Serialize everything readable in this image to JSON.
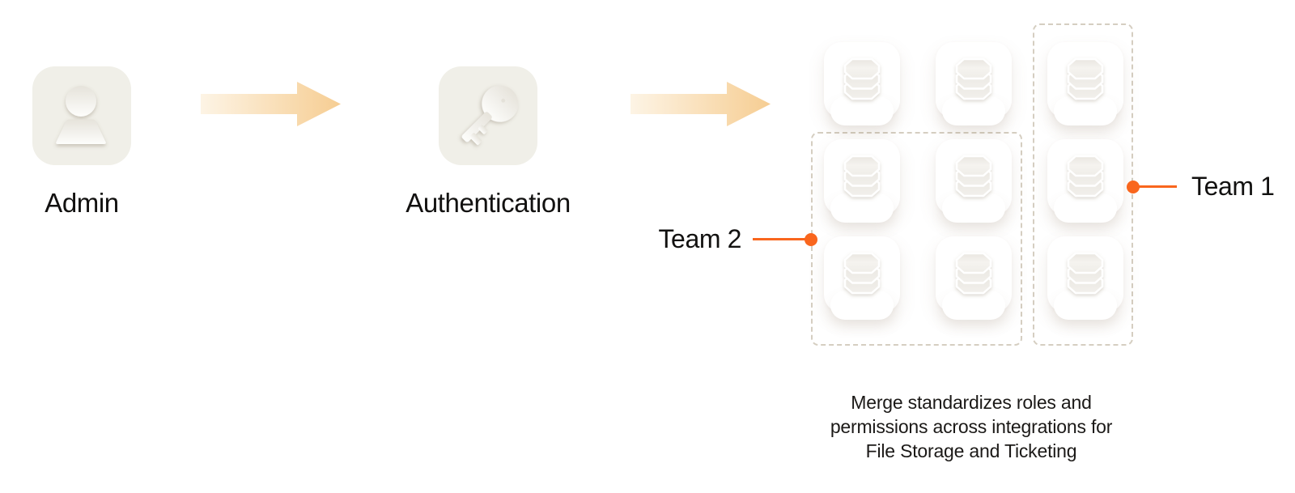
{
  "diagram": {
    "flow_nodes": [
      {
        "id": "admin",
        "label": "Admin",
        "icon": "user-icon"
      },
      {
        "id": "authentication",
        "label": "Authentication",
        "icon": "key-icon"
      }
    ],
    "teams": [
      {
        "id": "team1",
        "label": "Team 1"
      },
      {
        "id": "team2",
        "label": "Team 2"
      }
    ],
    "integration_grid": {
      "rows": 3,
      "cols": 3,
      "icon": "database-icon"
    },
    "caption_lines": [
      "Merge standardizes roles and",
      "permissions across integrations for",
      "File Storage and Ticketing"
    ],
    "colors": {
      "accent_orange": "#F9661D",
      "arrow_gradient_start": "#FDF4E5",
      "arrow_gradient_end": "#F6CD92",
      "tile_background": "#F0EFE8",
      "dashed_border": "#D5CEC1"
    }
  }
}
